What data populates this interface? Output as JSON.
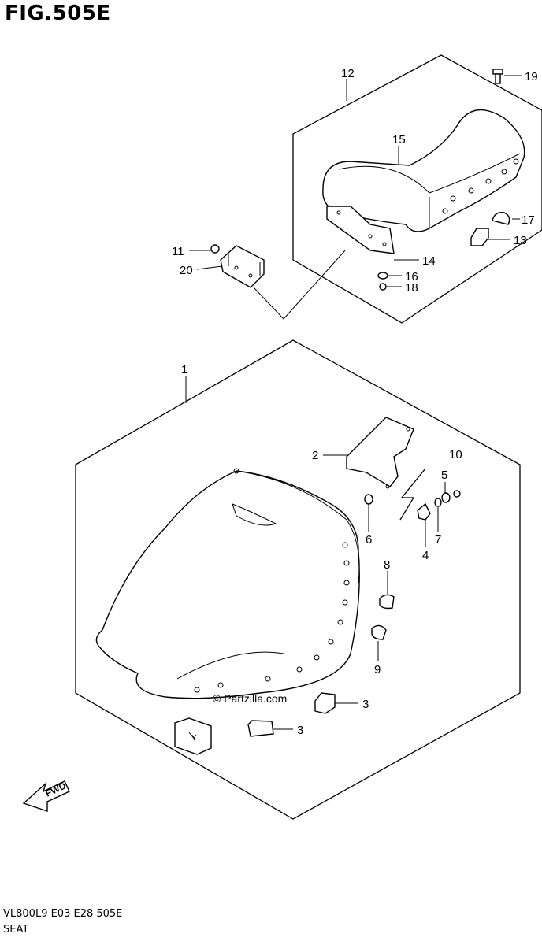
{
  "figure": {
    "title": "FIG.505E",
    "footer_code": "VL800L9  E03  E28  505E",
    "footer_name": "SEAT",
    "watermark": "© Partzilla.com",
    "fwd_label": "FWD"
  },
  "callouts": {
    "c1": "1",
    "c2": "2",
    "c3a": "3",
    "c3b": "3",
    "c4": "4",
    "c5": "5",
    "c6": "6",
    "c7": "7",
    "c8": "8",
    "c9": "9",
    "c10": "10",
    "c11": "11",
    "c12": "12",
    "c13": "13",
    "c14": "14",
    "c15": "15",
    "c16": "16",
    "c17": "17",
    "c18": "18",
    "c19": "19",
    "c20": "20"
  }
}
